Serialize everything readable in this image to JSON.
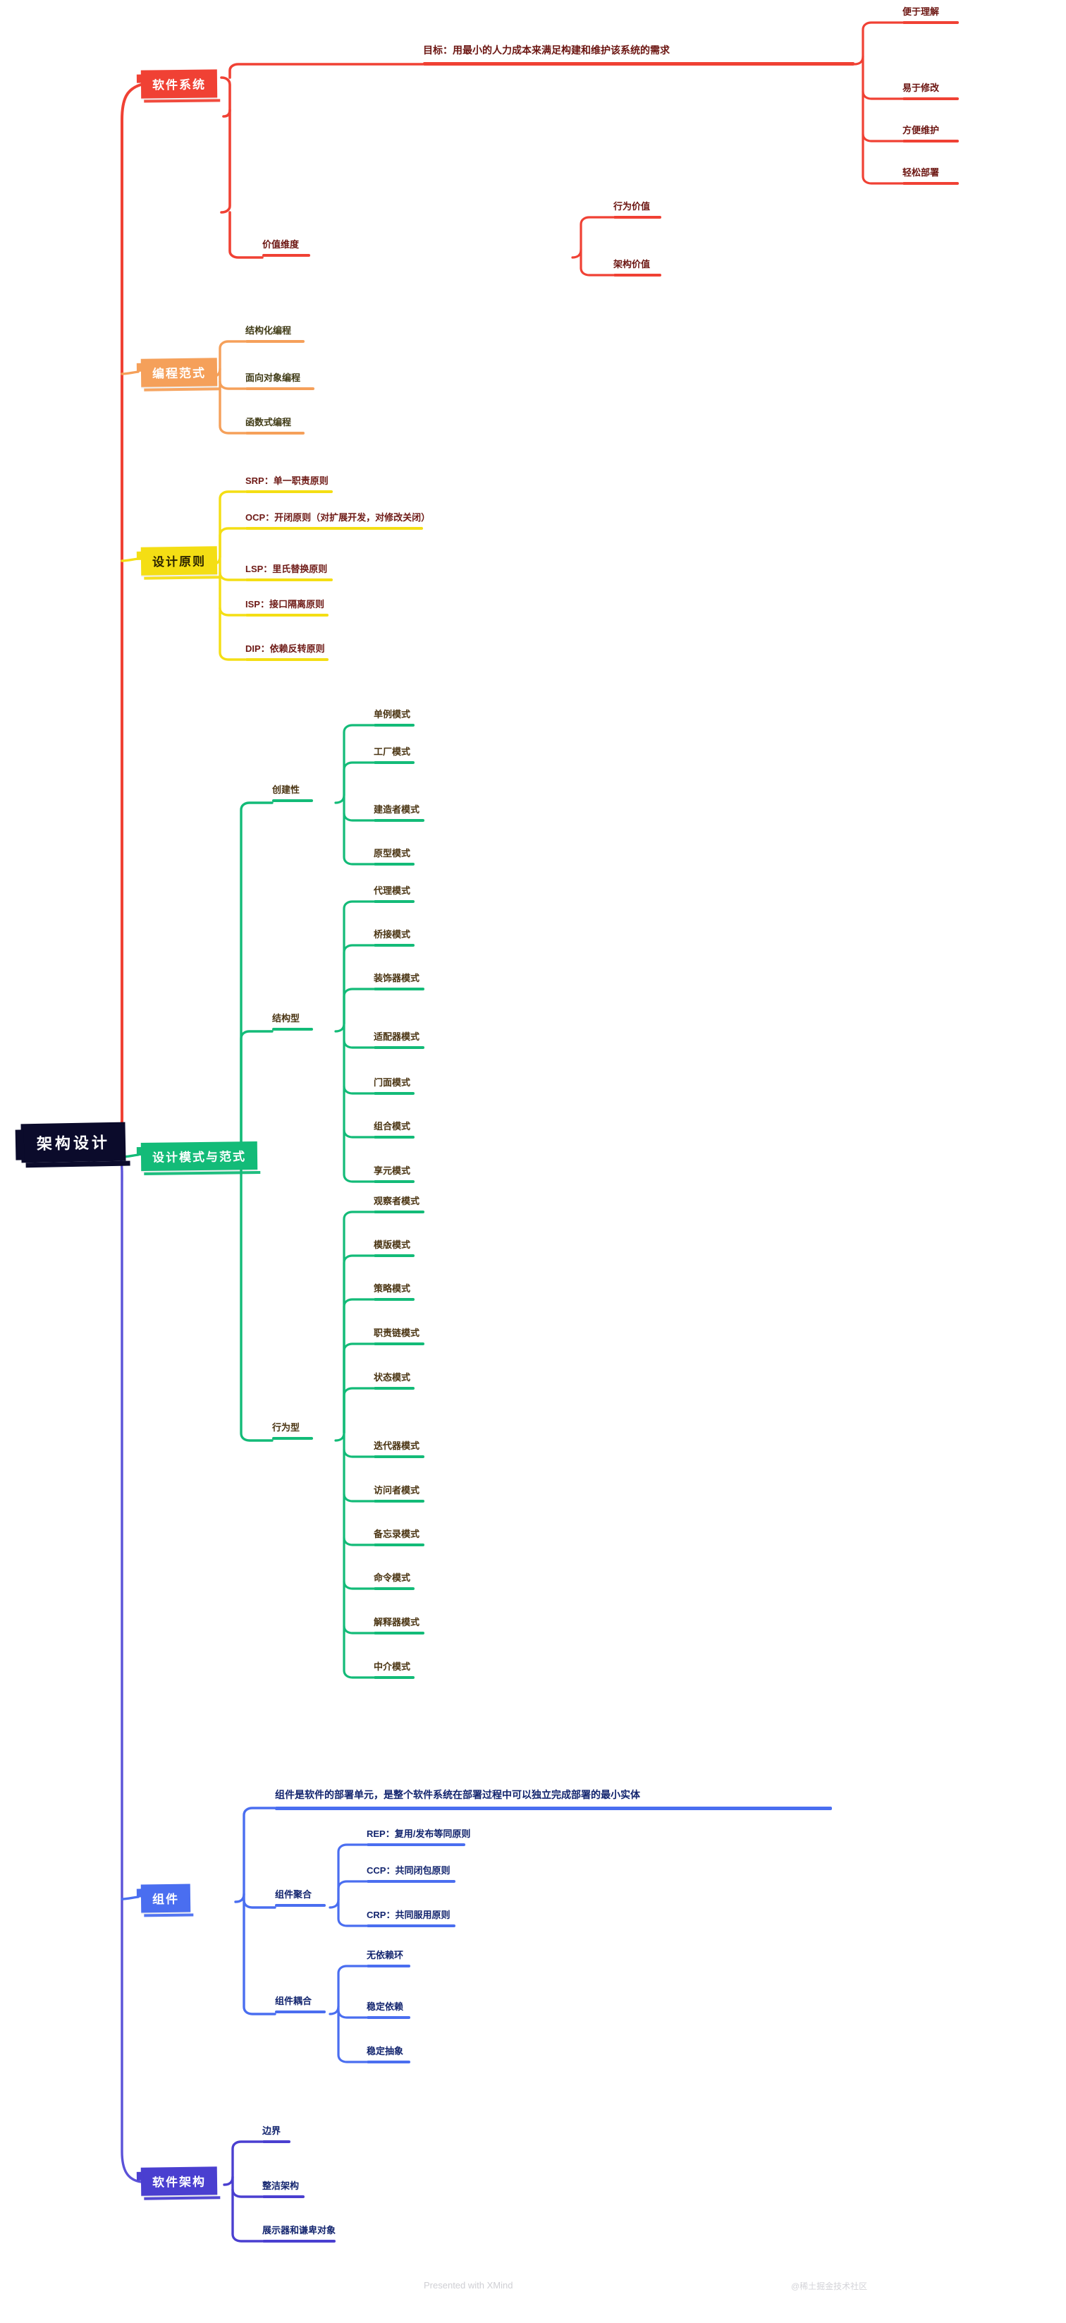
{
  "colors": {
    "root": "#0b0b2b",
    "software_system": "#f04134",
    "paradigm": "#f5a05a",
    "principles": "#f4de14",
    "patterns": "#13bb78",
    "component": "#4a6ef0",
    "architecture": "#4a3fd0",
    "text_red": "#6b1410",
    "text_brown": "#4a3412",
    "text_blue": "#12246e"
  },
  "root": {
    "label": "架构设计"
  },
  "branches": [
    {
      "id": "software-system",
      "label": "软件系统",
      "color": "#f04134",
      "children": [
        {
          "label": "目标：用最小的人力成本来满足构建和维护该系统的需求",
          "children": [
            {
              "label": "便于理解"
            },
            {
              "label": "易于修改"
            },
            {
              "label": "方便维护"
            },
            {
              "label": "轻松部署"
            }
          ]
        },
        {
          "label": "价值维度",
          "children": [
            {
              "label": "行为价值"
            },
            {
              "label": "架构价值"
            }
          ]
        }
      ]
    },
    {
      "id": "programming-paradigm",
      "label": "编程范式",
      "color": "#f5a05a",
      "children": [
        {
          "label": "结构化编程"
        },
        {
          "label": "面向对象编程"
        },
        {
          "label": "函数式编程"
        }
      ]
    },
    {
      "id": "design-principles",
      "label": "设计原则",
      "color": "#f4de14",
      "children": [
        {
          "label": "SRP：单一职责原则"
        },
        {
          "label": "OCP：开闭原则（对扩展开发，对修改关闭）"
        },
        {
          "label": "LSP：里氏替换原则"
        },
        {
          "label": "ISP：接口隔离原则"
        },
        {
          "label": "DIP：依赖反转原则"
        }
      ]
    },
    {
      "id": "design-patterns",
      "label": "设计模式与范式",
      "color": "#13bb78",
      "children": [
        {
          "label": "创建性",
          "children": [
            {
              "label": "单例模式"
            },
            {
              "label": "工厂模式"
            },
            {
              "label": "建造者模式"
            },
            {
              "label": "原型模式"
            }
          ]
        },
        {
          "label": "结构型",
          "children": [
            {
              "label": "代理模式"
            },
            {
              "label": "桥接模式"
            },
            {
              "label": "装饰器模式"
            },
            {
              "label": "适配器模式"
            },
            {
              "label": "门面模式"
            },
            {
              "label": "组合模式"
            },
            {
              "label": "享元模式"
            }
          ]
        },
        {
          "label": "行为型",
          "children": [
            {
              "label": "观察者模式"
            },
            {
              "label": "模版模式"
            },
            {
              "label": "策略模式"
            },
            {
              "label": "职责链模式"
            },
            {
              "label": "状态模式"
            },
            {
              "label": "迭代器模式"
            },
            {
              "label": "访问者模式"
            },
            {
              "label": "备忘录模式"
            },
            {
              "label": "命令模式"
            },
            {
              "label": "解释器模式"
            },
            {
              "label": "中介模式"
            }
          ]
        }
      ]
    },
    {
      "id": "component",
      "label": "组件",
      "color": "#4a6ef0",
      "children": [
        {
          "label": "组件是软件的部署单元，是整个软件系统在部署过程中可以独立完成部署的最小实体"
        },
        {
          "label": "组件聚合",
          "children": [
            {
              "label": "REP：复用/发布等同原则"
            },
            {
              "label": "CCP：共同闭包原则"
            },
            {
              "label": "CRP：共同服用原则"
            }
          ]
        },
        {
          "label": "组件耦合",
          "children": [
            {
              "label": "无依赖环"
            },
            {
              "label": "稳定依赖"
            },
            {
              "label": "稳定抽象"
            }
          ]
        }
      ]
    },
    {
      "id": "software-architecture",
      "label": "软件架构",
      "color": "#4a3fd0",
      "children": [
        {
          "label": "边界"
        },
        {
          "label": "整洁架构"
        },
        {
          "label": "展示器和谦卑对象"
        }
      ]
    }
  ],
  "footer": {
    "left": "Presented with XMind",
    "right": "@稀土掘金技术社区"
  }
}
